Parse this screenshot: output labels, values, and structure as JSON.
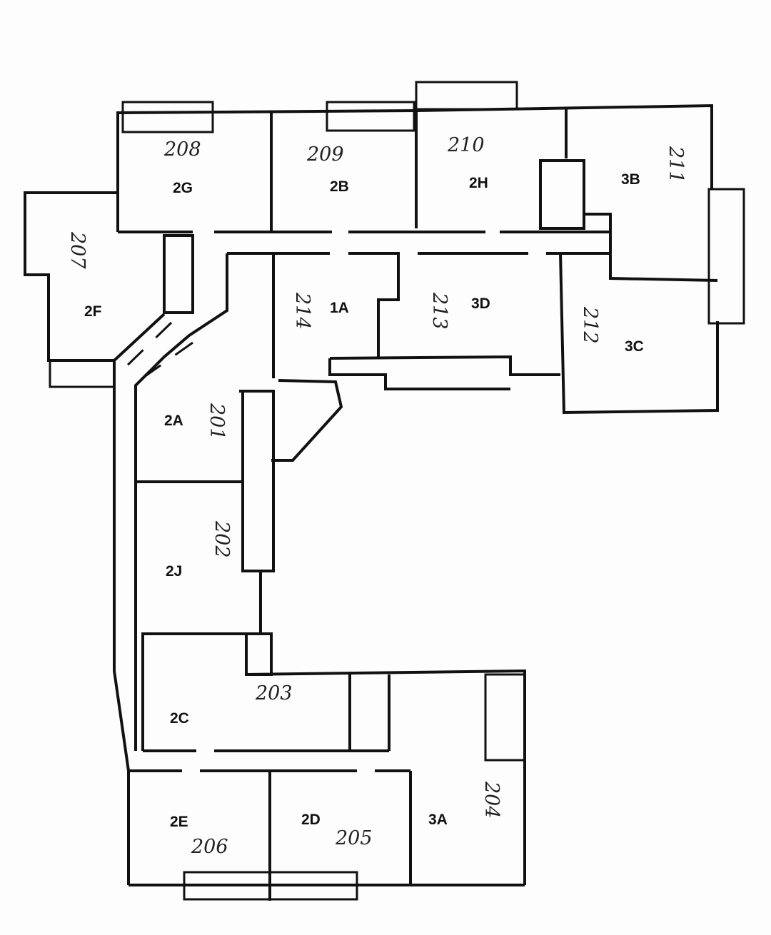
{
  "rooms": [
    {
      "unit": "2G",
      "number": "208"
    },
    {
      "unit": "2B",
      "number": "209"
    },
    {
      "unit": "2H",
      "number": "210"
    },
    {
      "unit": "3B",
      "number": "211"
    },
    {
      "unit": "2F",
      "number": "207"
    },
    {
      "unit": "1A",
      "number": "214"
    },
    {
      "unit": "3D",
      "number": "213"
    },
    {
      "unit": "3C",
      "number": "212"
    },
    {
      "unit": "2A",
      "number": "201"
    },
    {
      "unit": "2J",
      "number": "202"
    },
    {
      "unit": "2C",
      "number": "203"
    },
    {
      "unit": "3A",
      "number": "204"
    },
    {
      "unit": "2D",
      "number": "205"
    },
    {
      "unit": "2E",
      "number": "206"
    }
  ]
}
